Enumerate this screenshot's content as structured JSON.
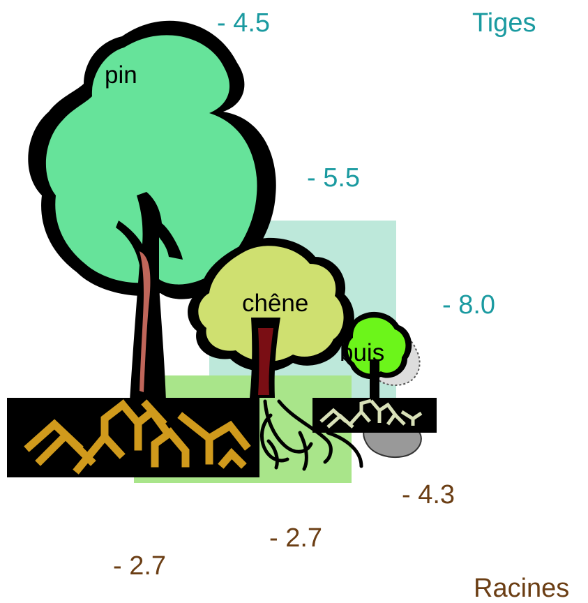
{
  "headers": {
    "stems": "Tiges",
    "roots": "Racines"
  },
  "trees": [
    {
      "id": "pin",
      "name": "pin",
      "stem_value": "- 4.5",
      "root_value": "- 2.7"
    },
    {
      "id": "chene",
      "name": "chêne",
      "stem_value": "- 5.5",
      "root_value": "- 2.7"
    },
    {
      "id": "buis",
      "name": "buis",
      "stem_value": "- 8.0",
      "root_value": "- 4.3"
    }
  ],
  "colors": {
    "stem_text": "#1a9aa0",
    "root_text": "#6b3e14",
    "pine_foliage": "#66e39a",
    "oak_foliage": "#cfe070",
    "box_foliage": "#6cf51a",
    "roots_gold": "#d09a1c",
    "roots_pale": "#d8e0b8",
    "panel_mint": "#bde8da",
    "panel_green": "#a9e58a"
  }
}
